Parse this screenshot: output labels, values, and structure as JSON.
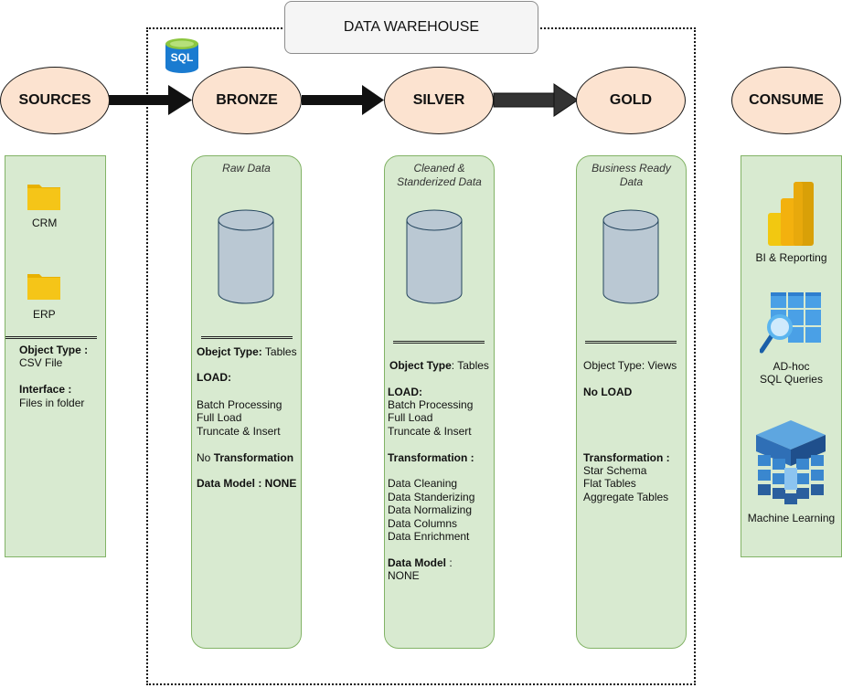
{
  "warehouse_title": "DATA WAREHOUSE",
  "sql_icon_label": "SQL",
  "stages": {
    "sources": "SOURCES",
    "bronze": "BRONZE",
    "silver": "SILVER",
    "gold": "GOLD",
    "consume": "CONSUME"
  },
  "sources_panel": {
    "items": [
      "CRM",
      "ERP"
    ],
    "object_type_label": "Object Type :",
    "object_type_value": "CSV File",
    "interface_label": "Interface :",
    "interface_value": "Files in folder"
  },
  "bronze_panel": {
    "subtitle": "Raw Data",
    "object_type_label": "Obejct Type:",
    "object_type_value": " Tables",
    "load_label": "LOAD:",
    "load_items": [
      "Batch Processing",
      "Full Load",
      "Truncate & Insert"
    ],
    "transformation_prefix": "No ",
    "transformation_label": "Transformation",
    "data_model": "Data Model : NONE"
  },
  "silver_panel": {
    "subtitle_line1": "Cleaned &",
    "subtitle_line2": "Standerized Data",
    "object_type_label": "Object Type",
    "object_type_value": ": Tables",
    "load_label": "LOAD:",
    "load_items": [
      "Batch Processing",
      "Full Load",
      "Truncate & Insert"
    ],
    "transformation_label": "Transformation :",
    "transformation_items": [
      "Data Cleaning",
      "Data Standerizing",
      "Data Normalizing",
      "Data Columns",
      "Data Enrichment"
    ],
    "data_model_label": "Data Model",
    "data_model_sep": " :",
    "data_model_value": "NONE"
  },
  "gold_panel": {
    "subtitle_line1": "Business Ready",
    "subtitle_line2": "Data",
    "object_type": "Object Type: Views",
    "load_label": "No LOAD",
    "transformation_label": "Transformation :",
    "transformation_items": [
      "Star Schema",
      "Flat Tables",
      "Aggregate Tables"
    ]
  },
  "consume_panel": {
    "items": [
      "BI & Reporting",
      "AD-hoc",
      "SQL Queries",
      "Machine Learning"
    ]
  },
  "icons": {
    "folder": "folder-icon",
    "database": "database-cylinder-icon",
    "bi": "power-bi-icon",
    "adhoc": "query-grid-icon",
    "ml": "machine-learning-cube-icon"
  },
  "colors": {
    "stage_fill": "#fce3d0",
    "panel_fill": "#d8ead0",
    "panel_border": "#82b366",
    "folder": "#f5c518",
    "cylinder": "#bac8d3"
  }
}
